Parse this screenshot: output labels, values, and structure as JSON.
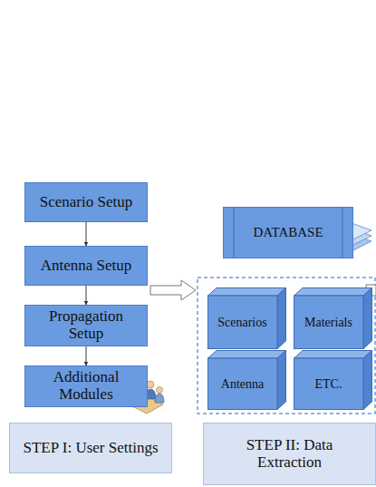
{
  "diagram": {
    "nodes": [
      {
        "text": [
          "Scenario Setup"
        ]
      },
      {
        "text": [
          "Antenna Setup"
        ]
      },
      {
        "text": [
          "Propagation Setup"
        ]
      },
      {
        "text": [
          "Additional Modules"
        ]
      },
      {
        "text": [
          "STEP I: User Settings"
        ]
      },
      {
        "text": [
          "DATABASE"
        ]
      },
      {
        "text": [
          "Scenarios"
        ]
      },
      {
        "text": [
          "Materials"
        ]
      },
      {
        "text": [
          "Antenna"
        ]
      },
      {
        "text": [
          "ETC."
        ]
      },
      {
        "text": [
          "STEP II: Data Extraction"
        ]
      }
    ],
    "edges": [
      {
        "from": 0,
        "to": 1,
        "arrow": "to"
      },
      {
        "from": 1,
        "to": 2,
        "arrow": "to"
      },
      {
        "from": 2,
        "to": 3,
        "arrow": "to"
      }
    ]
  }
}
